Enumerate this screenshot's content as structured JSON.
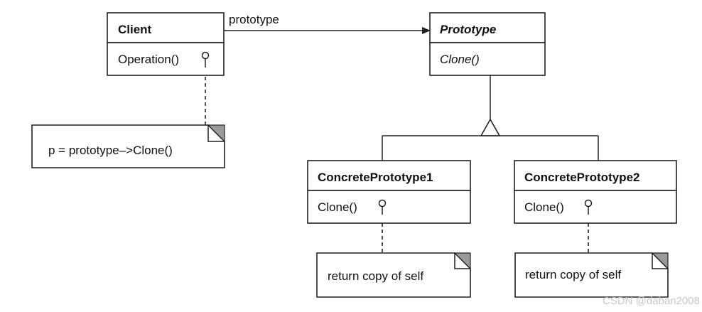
{
  "classes": {
    "client": {
      "name": "Client",
      "operation": "Operation()"
    },
    "prototype": {
      "name": "Prototype",
      "operation": "Clone()"
    },
    "concrete1": {
      "name": "ConcretePrototype1",
      "operation": "Clone()"
    },
    "concrete2": {
      "name": "ConcretePrototype2",
      "operation": "Clone()"
    }
  },
  "association": {
    "label": "prototype"
  },
  "notes": {
    "client_note": "p = prototype–>Clone()",
    "concrete1_note": "return copy of self",
    "concrete2_note": "return copy of self"
  },
  "watermark": "CSDN @daban2008"
}
